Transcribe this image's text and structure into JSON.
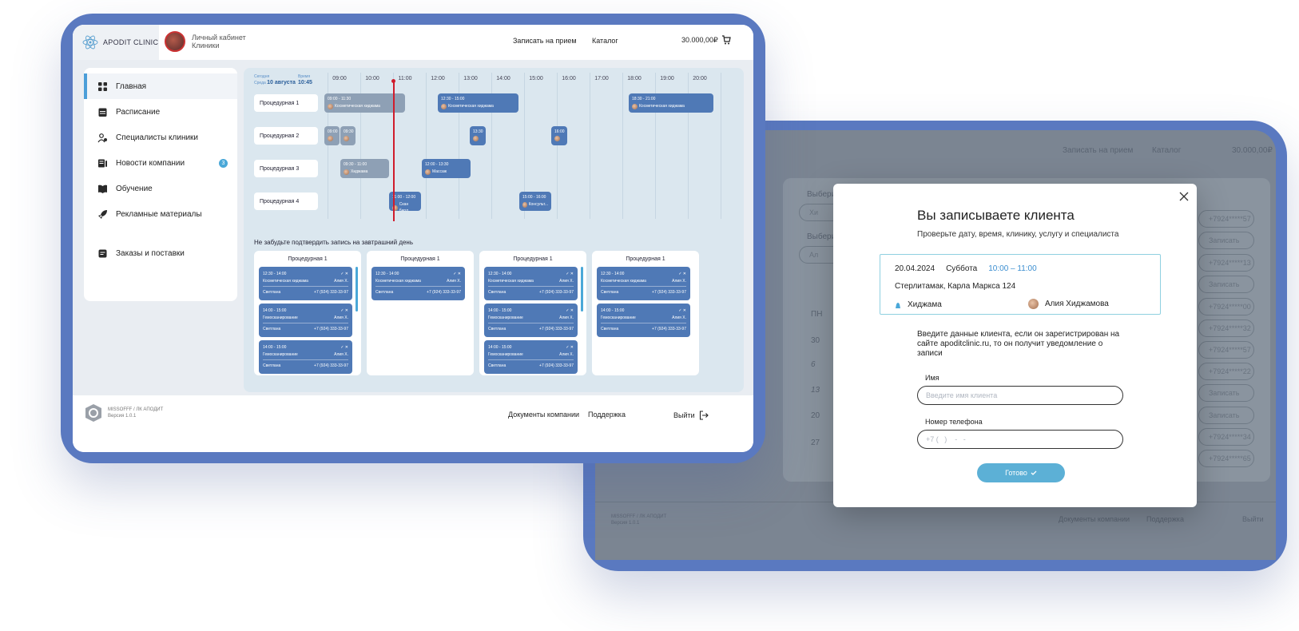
{
  "app": {
    "logo_name": "APODIT CLINIC",
    "cabinet_line1": "Личный кабинет",
    "cabinet_line2": "Клиники"
  },
  "topnav": {
    "book": "Записать на прием",
    "catalog": "Каталог",
    "balance": "30.000,00₽"
  },
  "sidebar": {
    "items": [
      {
        "label": "Главная",
        "icon": "grid-icon",
        "active": true
      },
      {
        "label": "Расписание",
        "icon": "calendar-icon"
      },
      {
        "label": "Специалисты клиники",
        "icon": "users-icon"
      },
      {
        "label": "Новости компании",
        "icon": "news-icon",
        "badge": "3"
      },
      {
        "label": "Обучение",
        "icon": "book-icon"
      },
      {
        "label": "Рекламные материалы",
        "icon": "rocket-icon"
      },
      {
        "label": "Заказы и поставки",
        "icon": "orders-icon"
      }
    ]
  },
  "schedule": {
    "today_label": "Сегодня",
    "today_weekday": "Среда",
    "today_date": "10 августа",
    "time_label": "Время",
    "time_value": "10:45",
    "hours": [
      "09:00",
      "10:00",
      "11:00",
      "12:00",
      "13:00",
      "14:00",
      "15:00",
      "16:00",
      "17:00",
      "18:00",
      "19:00",
      "20:00"
    ],
    "rooms": [
      "Процедурная 1",
      "Процедурная 2",
      "Процедурная 3",
      "Процедурная 4"
    ],
    "appointments": [
      {
        "time": "09:00 - 11:30",
        "label": "Косметическая хиджама"
      },
      {
        "time": "12:30 - 15:00",
        "label": "Косметическая хиджама"
      },
      {
        "time": "18:30 - 21:00",
        "label": "Косметическая хиджама"
      },
      {
        "time": "09:00",
        "label": ""
      },
      {
        "time": "09:30",
        "label": ""
      },
      {
        "time": "13:30",
        "label": ""
      },
      {
        "time": "16:00",
        "label": ""
      },
      {
        "time": "09:30 - 11:00",
        "label": "Хиджама"
      },
      {
        "time": "12:00 - 13:30",
        "label": "Массаж"
      },
      {
        "time": "11:00 - 12:00",
        "label": "Скан биол"
      },
      {
        "time": "15:00 - 16:00",
        "label": "Консульт..."
      }
    ]
  },
  "reminder": {
    "title": "Не забудьте подтвердить запись на завтрашний день",
    "columns": [
      {
        "title": "Процедурная 1",
        "cards": [
          {
            "time": "12:30 - 14:00",
            "service": "Косметическая хиджама",
            "specialist": "Алия Х.",
            "client": "Светлана",
            "phone": "+7 (924) 333-33-97"
          },
          {
            "time": "14:00 - 15:00",
            "service": "Гемосканирование",
            "specialist": "Алия Х.",
            "client": "Светлана",
            "phone": "+7 (924) 333-33-97"
          },
          {
            "time": "14:00 - 15:00",
            "service": "Гемосканирование",
            "specialist": "Алия Х.",
            "client": "Светлана",
            "phone": "+7 (924) 333-33-97"
          }
        ]
      },
      {
        "title": "Процедурная 1",
        "cards": [
          {
            "time": "12:30 - 14:00",
            "service": "Косметическая хиджама",
            "specialist": "Алия Х.",
            "client": "Светлана",
            "phone": "+7 (924) 333-33-97"
          }
        ]
      },
      {
        "title": "Процедурная 1",
        "cards": [
          {
            "time": "12:30 - 14:00",
            "service": "Косметическая хиджама",
            "specialist": "Алия Х.",
            "client": "Светлана",
            "phone": "+7 (924) 333-33-97"
          },
          {
            "time": "14:00 - 15:00",
            "service": "Гемосканирование",
            "specialist": "Алия Х.",
            "client": "Светлана",
            "phone": "+7 (924) 333-33-97"
          },
          {
            "time": "14:00 - 15:00",
            "service": "Гемосканирование",
            "specialist": "Алия Х.",
            "client": "Светлана",
            "phone": "+7 (924) 333-33-97"
          }
        ]
      },
      {
        "title": "Процедурная 1",
        "cards": [
          {
            "time": "12:30 - 14:00",
            "service": "Косметическая хиджама",
            "specialist": "Алия Х.",
            "client": "Светлана",
            "phone": "+7 (924) 333-33-97"
          },
          {
            "time": "14:00 - 15:00",
            "service": "Гемосканирование",
            "specialist": "Алия Х.",
            "client": "Светлана",
            "phone": "+7 (924) 333-33-97"
          }
        ]
      }
    ]
  },
  "footer": {
    "brand_line1": "MISSOFFF / ЛК АПОДИТ",
    "brand_line2": "Версия 1.0.1",
    "docs": "Документы компании",
    "support": "Поддержка",
    "logout": "Выйти"
  },
  "back_screen": {
    "book": "Записать на прием",
    "catalog": "Каталог",
    "balance": "30.000,00₽",
    "choose1": "Выбери",
    "choose2": "Выбери",
    "chip1": "Хи",
    "chip2": "Ал",
    "days": [
      "ПН",
      "30",
      "6",
      "13",
      "20",
      "27"
    ],
    "phones": [
      "+7924*****57",
      "+7924*****13",
      "+7924*****00",
      "+7924*****32",
      "+7924*****57",
      "+7924*****22",
      "+7924*****34",
      "+7924*****65"
    ],
    "book_btn": "Записать",
    "footer_brand1": "MISSOFFF / ЛК АПОДИТ",
    "footer_brand2": "Версия 1.0.1",
    "docs": "Документы компании",
    "support": "Поддержка",
    "logout": "Выйти"
  },
  "modal": {
    "title": "Вы записываете клиента",
    "subtitle": "Проверьте дату, время, клинику, услугу и специалиста",
    "date": "20.04.2024",
    "weekday": "Суббота",
    "time": "10:00 – 11:00",
    "address": "Стерлитамак, Карла Маркса 124",
    "service": "Хиджама",
    "specialist": "Алия Хиджамова",
    "note": "Введите данные клиента, если он зарегистрирован на сайте apoditclinic.ru, то он получит уведомление о записи",
    "name_label": "Имя",
    "name_placeholder": "Введите имя клиента",
    "phone_label": "Номер телефона",
    "phone_placeholder": "+7 (   )    -   -",
    "done": "Готово"
  },
  "colors": {
    "frame": "#5a79c0",
    "accent": "#4aa8d8",
    "appointment": "#4f79b6",
    "now_line": "#d01c2c"
  }
}
